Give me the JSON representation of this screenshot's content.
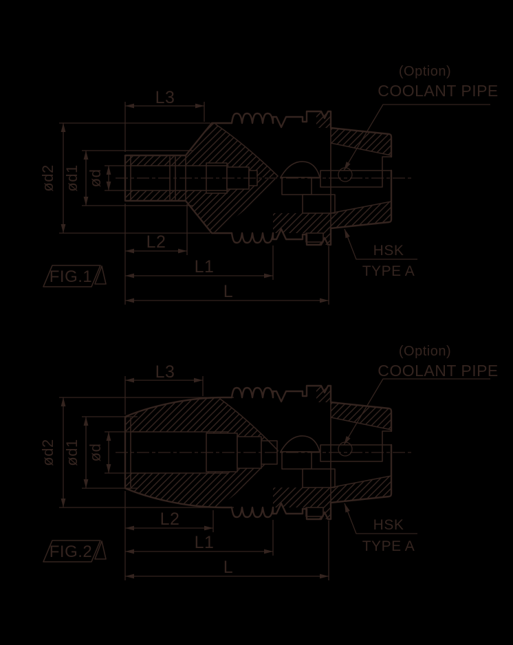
{
  "colors": {
    "background": "#000000",
    "line": "#34241f"
  },
  "figures": [
    {
      "label": "FIG.1",
      "option": "(Option)",
      "coolant": "COOLANT PIPE",
      "hsk": "HSK",
      "hsk_type": "TYPE A",
      "dim_L": "L",
      "dim_L1": "L1",
      "dim_L2": "L2",
      "dim_L3": "L3",
      "dim_d": "ød",
      "dim_d1": "ød1",
      "dim_d2": "ød2"
    },
    {
      "label": "FIG.2",
      "option": "(Option)",
      "coolant": "COOLANT PIPE",
      "hsk": "HSK",
      "hsk_type": "TYPE A",
      "dim_L": "L",
      "dim_L1": "L1",
      "dim_L2": "L2",
      "dim_L3": "L3",
      "dim_d": "ød",
      "dim_d1": "ød1",
      "dim_d2": "ød2"
    }
  ]
}
